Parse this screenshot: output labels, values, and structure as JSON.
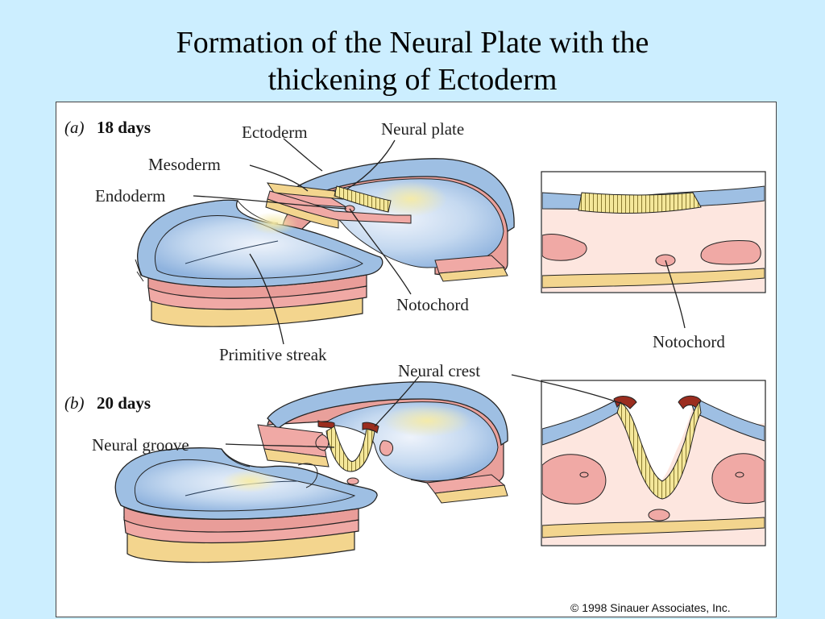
{
  "title": {
    "line1": "Formation of the Neural Plate with the",
    "line2": "thickening of Ectoderm"
  },
  "panel_a": {
    "letter": "(a)",
    "days": "18 days",
    "labels": {
      "ectoderm": "Ectoderm",
      "neural_plate": "Neural plate",
      "mesoderm": "Mesoderm",
      "endoderm": "Endoderm",
      "notochord": "Notochord",
      "primitive_streak": "Primitive streak",
      "notochord_section": "Notochord"
    }
  },
  "panel_b": {
    "letter": "(b)",
    "days": "20 days",
    "labels": {
      "neural_crest": "Neural crest",
      "neural_groove": "Neural groove"
    }
  },
  "copyright": "© 1998 Sinauer Associates, Inc.",
  "colors": {
    "background": "#cceeff",
    "ectoderm": "#9ebfe3",
    "ectoderm_light": "#d6e6f6",
    "mesoderm": "#f0a9a5",
    "endoderm": "#f3d58e",
    "neural_plate": "#f4e79a",
    "neural_crest": "#9b2d1f",
    "section_tissue": "#fde6df"
  }
}
